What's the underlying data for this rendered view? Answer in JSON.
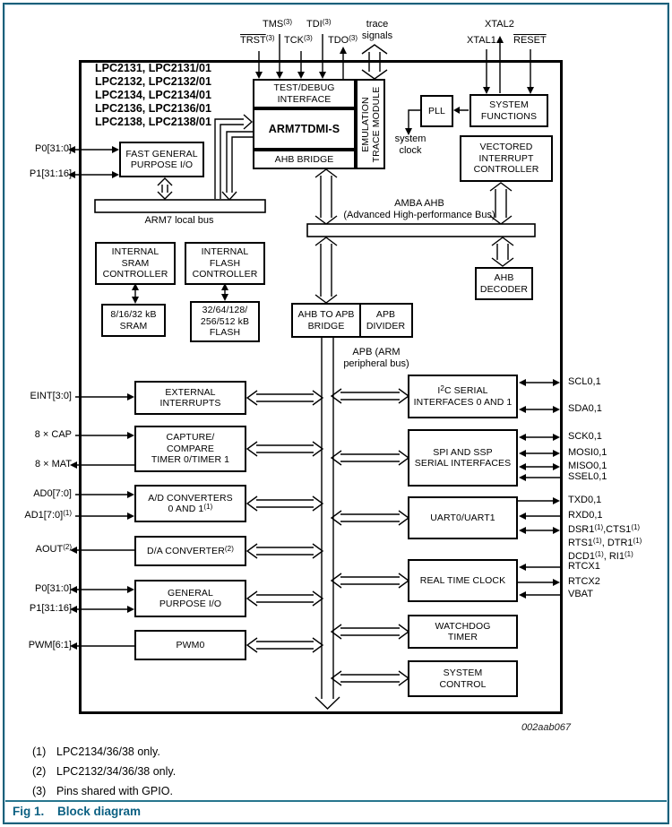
{
  "chip_variants": [
    "LPC2131, LPC2131/01",
    "LPC2132, LPC2132/01",
    "LPC2134, LPC2134/01",
    "LPC2136, LPC2136/01",
    "LPC2138, LPC2138/01"
  ],
  "top_pins": {
    "trst": "TRST",
    "tms": "TMS",
    "tck": "TCK",
    "tdi": "TDI",
    "tdo": "TDO",
    "sup3": "(3)",
    "trace": [
      "trace",
      "signals"
    ],
    "xtal1": "XTAL1",
    "xtal2": "XTAL2",
    "reset": "RESET"
  },
  "blocks": {
    "test_debug": [
      "TEST/DEBUG",
      "INTERFACE"
    ],
    "arm7": "ARM7TDMI-S",
    "ahb_bridge": "AHB BRIDGE",
    "etm": [
      "EMULATION",
      "TRACE MODULE"
    ],
    "fast_gpio": [
      "FAST GENERAL",
      "PURPOSE I/O"
    ],
    "pll": "PLL",
    "system_functions": [
      "SYSTEM",
      "FUNCTIONS"
    ],
    "vic": [
      "VECTORED",
      "INTERRUPT",
      "CONTROLLER"
    ],
    "sram_ctrl": [
      "INTERNAL",
      "SRAM",
      "CONTROLLER"
    ],
    "flash_ctrl": [
      "INTERNAL",
      "FLASH",
      "CONTROLLER"
    ],
    "sram": [
      "8/16/32 kB",
      "SRAM"
    ],
    "flash": [
      "32/64/128/",
      "256/512 kB",
      "FLASH"
    ],
    "ahb_decoder": [
      "AHB",
      "DECODER"
    ],
    "ahb_to_apb": [
      "AHB TO APB",
      "BRIDGE"
    ],
    "apb_divider": [
      "APB",
      "DIVIDER"
    ],
    "ext_int": [
      "EXTERNAL",
      "INTERRUPTS"
    ],
    "cap_com": [
      "CAPTURE/",
      "COMPARE",
      "TIMER 0/TIMER 1"
    ],
    "ad_conv_l1": "A/D CONVERTERS",
    "ad_conv_l2": "0 AND 1",
    "ad_sup": "(1)",
    "da_conv": "D/A CONVERTER",
    "da_sup": "(2)",
    "gpio": [
      "GENERAL",
      "PURPOSE I/O"
    ],
    "pwm0": "PWM0",
    "i2c_pre": "I",
    "i2c_sup": "2",
    "i2c_post": "C SERIAL",
    "i2c_l2": "INTERFACES 0 AND 1",
    "spi": [
      "SPI AND SSP",
      "SERIAL INTERFACES"
    ],
    "uart": "UART0/UART1",
    "rtc": "REAL TIME CLOCK",
    "wdt": [
      "WATCHDOG",
      "TIMER"
    ],
    "sys_ctrl": [
      "SYSTEM",
      "CONTROL"
    ]
  },
  "bus_labels": {
    "arm7_local": "ARM7 local bus",
    "amba": [
      "AMBA AHB",
      "(Advanced High-performance Bus)"
    ],
    "apb": [
      "APB (ARM",
      "peripheral bus)"
    ],
    "system_clock": [
      "system",
      "clock"
    ]
  },
  "left_pins": {
    "p0_top": "P0[31:0]",
    "p1_top": "P1[31:16]",
    "eint": "EINT[3:0]",
    "cap": "8 × CAP",
    "mat": "8 × MAT",
    "ad0": "AD0[7:0]",
    "ad1": "AD1[7:0]",
    "ad1_sup": "(1)",
    "aout": "AOUT",
    "aout_sup": "(2)",
    "p0": "P0[31:0]",
    "p1": "P1[31:16]",
    "pwm": "PWM[6:1]"
  },
  "right_pins": {
    "scl": "SCL0,1",
    "sda": "SDA0,1",
    "sck": "SCK0,1",
    "mosi": "MOSI0,1",
    "miso": "MISO0,1",
    "ssel": "SSEL0,1",
    "txd": "TXD0,1",
    "rxd": "RXD0,1",
    "dsr_p0": "DSR1",
    "dsr_s0": "(1)",
    "dsr_p1": ",CTS1",
    "dsr_s1": "(1)",
    "rts_p0": "RTS1",
    "rts_s0": "(1)",
    "rts_p1": ", DTR1",
    "rts_s1": "(1)",
    "dcd_p0": "DCD1",
    "dcd_s0": "(1)",
    "dcd_p1": ", RI1",
    "dcd_s1": "(1)",
    "rtcx1": "RTCX1",
    "rtcx2": "RTCX2",
    "vbat": "VBAT"
  },
  "footer": {
    "watermark": "002aab067",
    "notes": [
      {
        "num": "(1)",
        "text": "LPC2134/36/38 only."
      },
      {
        "num": "(2)",
        "text": "LPC2132/34/36/38 only."
      },
      {
        "num": "(3)",
        "text": "Pins shared with GPIO."
      }
    ],
    "fig_label": "Fig 1.",
    "fig_title": "Block diagram"
  },
  "colors": {
    "accent": "#0d6183",
    "frame_teal": "#1b607a",
    "diagram_line": "#000000"
  }
}
